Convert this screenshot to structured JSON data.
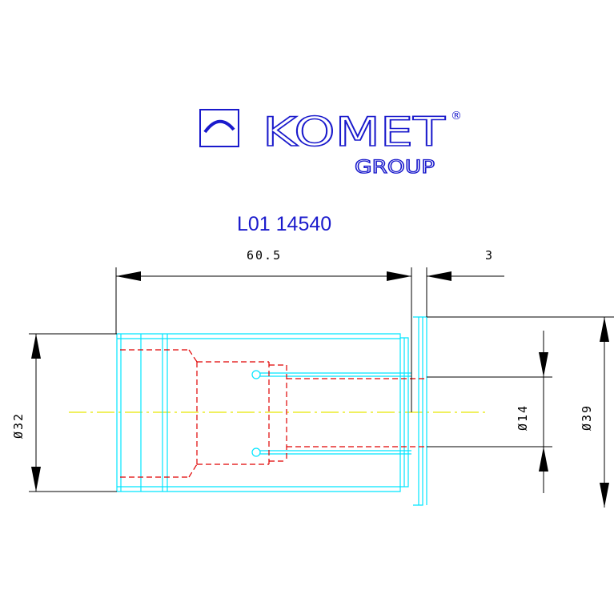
{
  "logo": {
    "name": "KOMET",
    "registered_mark": "®",
    "subtitle": "GROUP"
  },
  "part_number": "L01 14540",
  "dimensions": {
    "overall_length": "60.5",
    "flange_thickness": "3",
    "body_diameter": "Ø32",
    "bore_diameter": "Ø14",
    "flange_diameter": "Ø39"
  },
  "colors": {
    "outline": "#00e5ff",
    "hidden_lines": "#e00000",
    "centerline": "#e8e800",
    "dimension_lines": "#000000",
    "brand": "#1a1acc"
  }
}
